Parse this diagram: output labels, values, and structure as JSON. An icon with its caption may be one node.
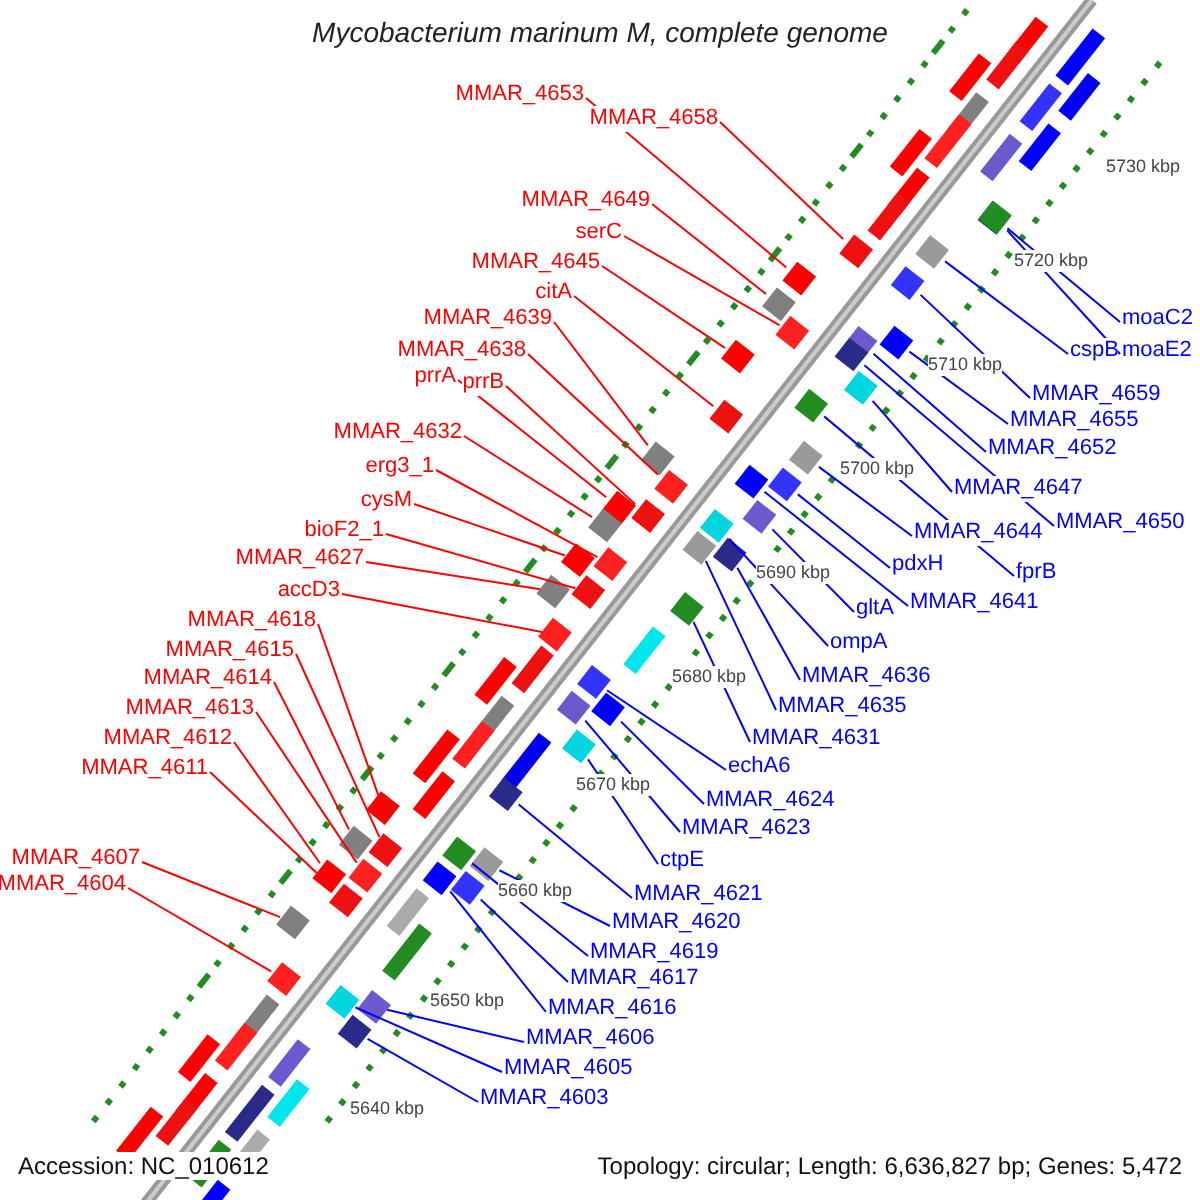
{
  "diagram": {
    "title": "Mycobacterium marinum M, complete genome",
    "nodes": [
      {
        "text": [
          "MMAR_4653"
        ]
      },
      {
        "text": [
          "MMAR_4658"
        ]
      },
      {
        "text": [
          "MMAR_4649"
        ]
      },
      {
        "text": [
          "serC"
        ]
      },
      {
        "text": [
          "MMAR_4645"
        ]
      },
      {
        "text": [
          "citA"
        ]
      },
      {
        "text": [
          "MMAR_4639"
        ]
      },
      {
        "text": [
          "MMAR_4638"
        ]
      },
      {
        "text": [
          "prrA"
        ]
      },
      {
        "text": [
          "prrB"
        ]
      },
      {
        "text": [
          "MMAR_4632"
        ]
      },
      {
        "text": [
          "erg3_1"
        ]
      },
      {
        "text": [
          "cysM"
        ]
      },
      {
        "text": [
          "bioF2_1"
        ]
      },
      {
        "text": [
          "MMAR_4627"
        ]
      },
      {
        "text": [
          "accD3"
        ]
      },
      {
        "text": [
          "MMAR_4618"
        ]
      },
      {
        "text": [
          "MMAR_4615"
        ]
      },
      {
        "text": [
          "MMAR_4614"
        ]
      },
      {
        "text": [
          "MMAR_4613"
        ]
      },
      {
        "text": [
          "MMAR_4612"
        ]
      },
      {
        "text": [
          "MMAR_4611"
        ]
      },
      {
        "text": [
          "MMAR_4607"
        ]
      },
      {
        "text": [
          "MMAR_4604"
        ]
      },
      {
        "text": [
          "moaC2"
        ]
      },
      {
        "text": [
          "cspB"
        ]
      },
      {
        "text": [
          "moaE2"
        ]
      },
      {
        "text": [
          "MMAR_4659"
        ]
      },
      {
        "text": [
          "MMAR_4655"
        ]
      },
      {
        "text": [
          "MMAR_4652"
        ]
      },
      {
        "text": [
          "MMAR_4647"
        ]
      },
      {
        "text": [
          "MMAR_4650"
        ]
      },
      {
        "text": [
          "MMAR_4644"
        ]
      },
      {
        "text": [
          "fprB"
        ]
      },
      {
        "text": [
          "pdxH"
        ]
      },
      {
        "text": [
          "MMAR_4641"
        ]
      },
      {
        "text": [
          "gltA"
        ]
      },
      {
        "text": [
          "ompA"
        ]
      },
      {
        "text": [
          "MMAR_4636"
        ]
      },
      {
        "text": [
          "MMAR_4635"
        ]
      },
      {
        "text": [
          "MMAR_4631"
        ]
      },
      {
        "text": [
          "echA6"
        ]
      },
      {
        "text": [
          "MMAR_4624"
        ]
      },
      {
        "text": [
          "MMAR_4623"
        ]
      },
      {
        "text": [
          "ctpE"
        ]
      },
      {
        "text": [
          "MMAR_4621"
        ]
      },
      {
        "text": [
          "MMAR_4620"
        ]
      },
      {
        "text": [
          "MMAR_4619"
        ]
      },
      {
        "text": [
          "MMAR_4617"
        ]
      },
      {
        "text": [
          "MMAR_4616"
        ]
      },
      {
        "text": [
          "MMAR_4606"
        ]
      },
      {
        "text": [
          "MMAR_4605"
        ]
      },
      {
        "text": [
          "MMAR_4603"
        ]
      },
      {
        "text": [],
        "shape": "box"
      },
      {
        "text": [],
        "shape": "box"
      },
      {
        "text": [],
        "shape": "box"
      },
      {
        "text": [],
        "shape": "box"
      },
      {
        "text": [],
        "shape": "box"
      },
      {
        "text": [],
        "shape": "box"
      },
      {
        "text": [],
        "shape": "box"
      },
      {
        "text": [],
        "shape": "box"
      },
      {
        "text": [],
        "shape": "box"
      },
      {
        "text": [],
        "shape": "box"
      },
      {
        "text": [],
        "shape": "box"
      },
      {
        "text": [],
        "shape": "box"
      },
      {
        "text": [],
        "shape": "box"
      },
      {
        "text": [],
        "shape": "box"
      },
      {
        "text": [],
        "shape": "box"
      },
      {
        "text": [],
        "shape": "box"
      },
      {
        "text": [],
        "shape": "box"
      },
      {
        "text": [],
        "shape": "box"
      },
      {
        "text": [],
        "shape": "box"
      },
      {
        "text": [],
        "shape": "box"
      },
      {
        "text": [],
        "shape": "box"
      },
      {
        "text": [],
        "shape": "box"
      },
      {
        "text": [],
        "shape": "box"
      },
      {
        "text": [],
        "shape": "box"
      },
      {
        "text": [],
        "shape": "box"
      },
      {
        "text": [],
        "shape": "box"
      },
      {
        "text": [],
        "shape": "box"
      },
      {
        "text": [],
        "shape": "box"
      },
      {
        "text": [],
        "shape": "box"
      },
      {
        "text": [],
        "shape": "box"
      },
      {
        "text": [],
        "shape": "box"
      },
      {
        "text": [],
        "shape": "box"
      },
      {
        "text": [],
        "shape": "box"
      },
      {
        "text": [],
        "shape": "box"
      },
      {
        "text": [],
        "shape": "box"
      },
      {
        "text": [],
        "shape": "box"
      },
      {
        "text": [],
        "shape": "box"
      },
      {
        "text": [],
        "shape": "box"
      },
      {
        "text": [],
        "shape": "box"
      },
      {
        "text": [],
        "shape": "box"
      },
      {
        "text": [],
        "shape": "box"
      },
      {
        "text": [],
        "shape": "box"
      },
      {
        "text": [],
        "shape": "box"
      },
      {
        "text": [],
        "shape": "box"
      },
      {
        "text": [],
        "shape": "box"
      },
      {
        "text": [],
        "shape": "box"
      },
      {
        "text": [],
        "shape": "box"
      },
      {
        "text": [],
        "shape": "box"
      },
      {
        "text": [],
        "shape": "box"
      },
      {
        "text": [],
        "shape": "box"
      },
      {
        "text": [],
        "shape": "box"
      },
      {
        "text": [],
        "shape": "box"
      },
      {
        "text": [],
        "shape": "box"
      }
    ],
    "edges": [
      {
        "from": 0,
        "to": 53,
        "arrow": "none",
        "color": "#ff0000"
      },
      {
        "from": 1,
        "to": 54,
        "arrow": "none",
        "color": "#ff0000"
      },
      {
        "from": 2,
        "to": 55,
        "arrow": "none",
        "color": "#ff0000"
      },
      {
        "from": 3,
        "to": 56,
        "arrow": "none",
        "color": "#ff0000"
      },
      {
        "from": 4,
        "to": 57,
        "arrow": "none",
        "color": "#ff0000"
      },
      {
        "from": 5,
        "to": 58,
        "arrow": "none",
        "color": "#ff0000"
      },
      {
        "from": 6,
        "to": 59,
        "arrow": "none",
        "color": "#ff0000"
      },
      {
        "from": 7,
        "to": 60,
        "arrow": "none",
        "color": "#ff0000"
      },
      {
        "from": 8,
        "to": 61,
        "arrow": "none",
        "color": "#ff0000"
      },
      {
        "from": 9,
        "to": 62,
        "arrow": "none",
        "color": "#ff0000"
      },
      {
        "from": 10,
        "to": 63,
        "arrow": "none",
        "color": "#ff0000"
      },
      {
        "from": 11,
        "to": 64,
        "arrow": "none",
        "color": "#ff0000"
      },
      {
        "from": 12,
        "to": 65,
        "arrow": "none",
        "color": "#ff0000"
      },
      {
        "from": 13,
        "to": 66,
        "arrow": "none",
        "color": "#ff0000"
      },
      {
        "from": 14,
        "to": 67,
        "arrow": "none",
        "color": "#ff0000"
      },
      {
        "from": 15,
        "to": 68,
        "arrow": "none",
        "color": "#ff0000"
      },
      {
        "from": 16,
        "to": 69,
        "arrow": "none",
        "color": "#ff0000"
      },
      {
        "from": 17,
        "to": 70,
        "arrow": "none",
        "color": "#ff0000"
      },
      {
        "from": 18,
        "to": 71,
        "arrow": "none",
        "color": "#ff0000"
      },
      {
        "from": 19,
        "to": 72,
        "arrow": "none",
        "color": "#ff0000"
      },
      {
        "from": 20,
        "to": 73,
        "arrow": "none",
        "color": "#ff0000"
      },
      {
        "from": 21,
        "to": 74,
        "arrow": "none",
        "color": "#ff0000"
      },
      {
        "from": 22,
        "to": 75,
        "arrow": "none",
        "color": "#ff0000"
      },
      {
        "from": 23,
        "to": 76,
        "arrow": "none",
        "color": "#ff0000"
      },
      {
        "from": 24,
        "to": 77,
        "arrow": "none"
      },
      {
        "from": 25,
        "to": 78,
        "arrow": "none"
      },
      {
        "from": 26,
        "to": 79,
        "arrow": "none"
      },
      {
        "from": 27,
        "to": 80,
        "arrow": "none"
      },
      {
        "from": 28,
        "to": 81,
        "arrow": "none"
      },
      {
        "from": 29,
        "to": 82,
        "arrow": "none"
      },
      {
        "from": 30,
        "to": 83,
        "arrow": "none"
      },
      {
        "from": 31,
        "to": 84,
        "arrow": "none"
      },
      {
        "from": 32,
        "to": 85,
        "arrow": "none"
      },
      {
        "from": 33,
        "to": 86,
        "arrow": "none"
      },
      {
        "from": 34,
        "to": 87,
        "arrow": "none"
      },
      {
        "from": 35,
        "to": 88,
        "arrow": "none"
      },
      {
        "from": 36,
        "to": 89,
        "arrow": "none"
      },
      {
        "from": 37,
        "to": 90,
        "arrow": "none"
      },
      {
        "from": 38,
        "to": 91,
        "arrow": "none"
      },
      {
        "from": 39,
        "to": 92,
        "arrow": "none"
      },
      {
        "from": 40,
        "to": 93,
        "arrow": "none"
      },
      {
        "from": 41,
        "to": 94,
        "arrow": "none"
      },
      {
        "from": 42,
        "to": 95,
        "arrow": "none"
      },
      {
        "from": 43,
        "to": 96,
        "arrow": "none"
      },
      {
        "from": 44,
        "to": 97,
        "arrow": "none"
      },
      {
        "from": 45,
        "to": 98,
        "arrow": "none"
      },
      {
        "from": 46,
        "to": 99,
        "arrow": "none"
      },
      {
        "from": 47,
        "to": 100,
        "arrow": "none"
      },
      {
        "from": 48,
        "to": 101,
        "arrow": "none"
      },
      {
        "from": 49,
        "to": 102,
        "arrow": "none"
      },
      {
        "from": 50,
        "to": 103,
        "arrow": "none"
      },
      {
        "from": 51,
        "to": 104,
        "arrow": "none"
      },
      {
        "from": 52,
        "to": 105,
        "arrow": "none"
      }
    ],
    "labels": [
      "5730 kbp",
      "5720 kbp",
      "5710 kbp",
      "5700 kbp",
      "5690 kbp",
      "5680 kbp",
      "5670 kbp",
      "5660 kbp",
      "5650 kbp",
      "5640 kbp",
      "Accession: NC_010612",
      "Topology: circular; Length: 6,636,827 bp; Genes: 5,472"
    ]
  }
}
